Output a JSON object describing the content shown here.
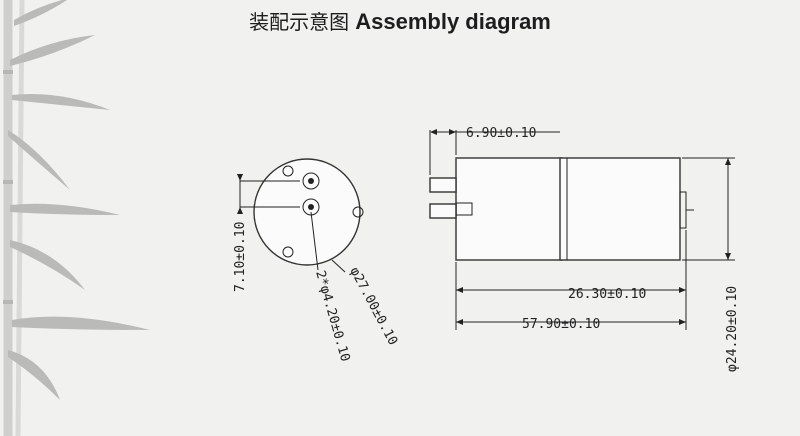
{
  "title": {
    "cn": "装配示意图",
    "en": "Assembly diagram"
  },
  "dimensions": {
    "d_710": "7.10±0.10",
    "d_hole": "2*φ4.20±0.10",
    "d_dia27": "φ27.00±0.10",
    "d_690": "6.90±0.10",
    "d_2630": "26.30±0.10",
    "d_5790": "57.90±0.10",
    "d_dia242": "φ24.20±0.10"
  },
  "colors": {
    "background": "#f1f1ef",
    "line": "#222222",
    "bamboo": "#9a9a9a"
  }
}
